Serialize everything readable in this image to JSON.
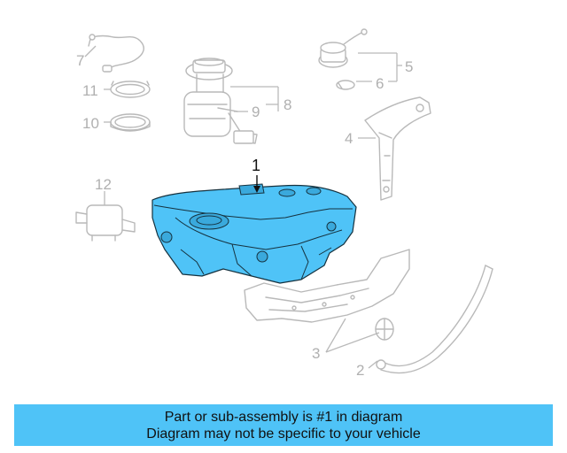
{
  "callouts": {
    "c1": "1",
    "c2": "2",
    "c3": "3",
    "c4": "4",
    "c5": "5",
    "c6": "6",
    "c7": "7",
    "c8": "8",
    "c9": "9",
    "c10": "10",
    "c11": "11",
    "c12": "12"
  },
  "banner": {
    "line1": "Part or sub-assembly is #1 in diagram",
    "line2": "Diagram may not be specific to your vehicle"
  },
  "colors": {
    "highlight": "#4fc3f7",
    "ghost": "#b9b9b9"
  }
}
